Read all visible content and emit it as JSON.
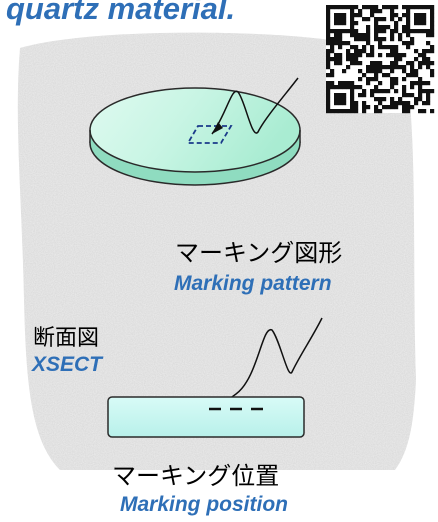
{
  "heading": "quartz material.",
  "labels": {
    "marking_pattern_jp": "マーキング図形",
    "marking_pattern_en": "Marking pattern",
    "xsect_jp": "断面図",
    "xsect_en": "XSECT",
    "marking_position_jp": "マーキング位置",
    "marking_position_en": "Marking position"
  },
  "colors": {
    "heading_blue": "#2e6fb7",
    "wafer_fill": "#c8f5e4",
    "wafer_edge": "#2a2a2a"
  }
}
